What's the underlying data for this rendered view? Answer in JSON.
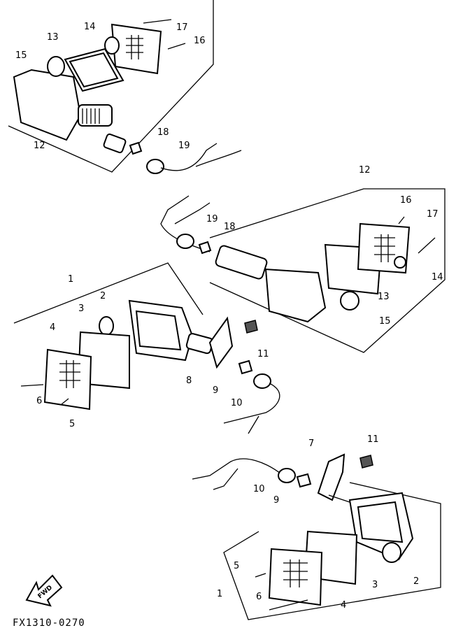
{
  "diagram": {
    "code": "FX1310-0270",
    "fwd_label": "FWD",
    "top_assembly": {
      "labels": [
        "14",
        "17",
        "13",
        "16",
        "15",
        "18",
        "19",
        "12"
      ]
    },
    "right_assembly": {
      "labels": [
        "12",
        "16",
        "17",
        "19",
        "18",
        "14",
        "13",
        "15"
      ]
    },
    "left_assembly": {
      "labels": [
        "1",
        "2",
        "3",
        "4",
        "6",
        "5",
        "8",
        "9",
        "10",
        "11"
      ]
    },
    "bottom_assembly": {
      "labels": [
        "7",
        "11",
        "10",
        "9",
        "5",
        "1",
        "6",
        "3",
        "2",
        "4"
      ]
    }
  }
}
